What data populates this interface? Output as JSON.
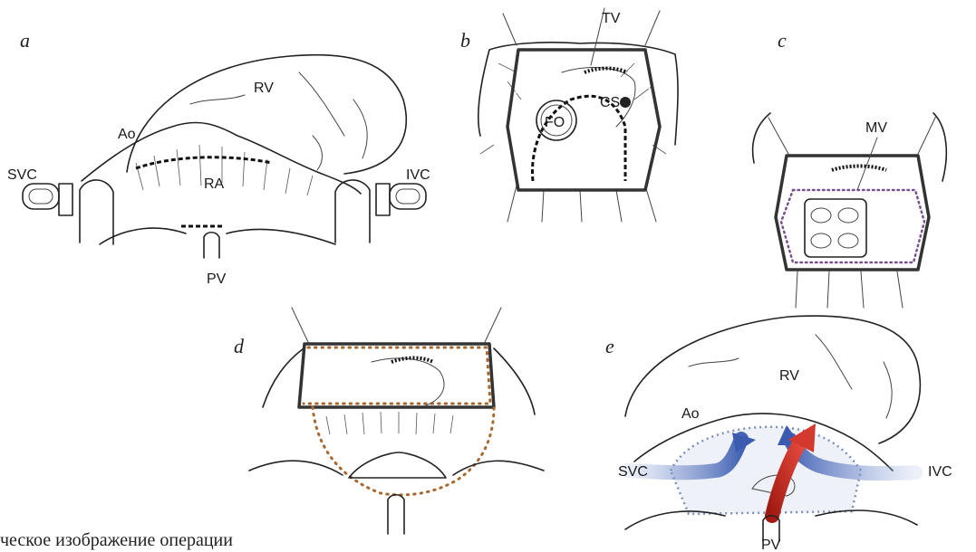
{
  "panels": {
    "a": {
      "letter": "a",
      "labels": {
        "rv": "RV",
        "ao": "Ao",
        "ra": "RA",
        "svc": "SVC",
        "ivc": "IVC",
        "pv": "PV"
      }
    },
    "b": {
      "letter": "b",
      "labels": {
        "tv": "TV",
        "cs": "CS",
        "fo": "FO"
      }
    },
    "c": {
      "letter": "c",
      "labels": {
        "mv": "MV"
      }
    },
    "d": {
      "letter": "d"
    },
    "e": {
      "letter": "e",
      "labels": {
        "rv": "RV",
        "ao": "Ao",
        "svc": "SVC",
        "ivc": "IVC",
        "pv": "PV"
      }
    }
  },
  "colors": {
    "outline": "#222222",
    "purple_suture": "#7b4f8f",
    "brown_suture": "#a8682e",
    "blue_flow": "#3b5bb0",
    "red_flow": "#c8281e"
  },
  "caption": "ческое изображение операции"
}
